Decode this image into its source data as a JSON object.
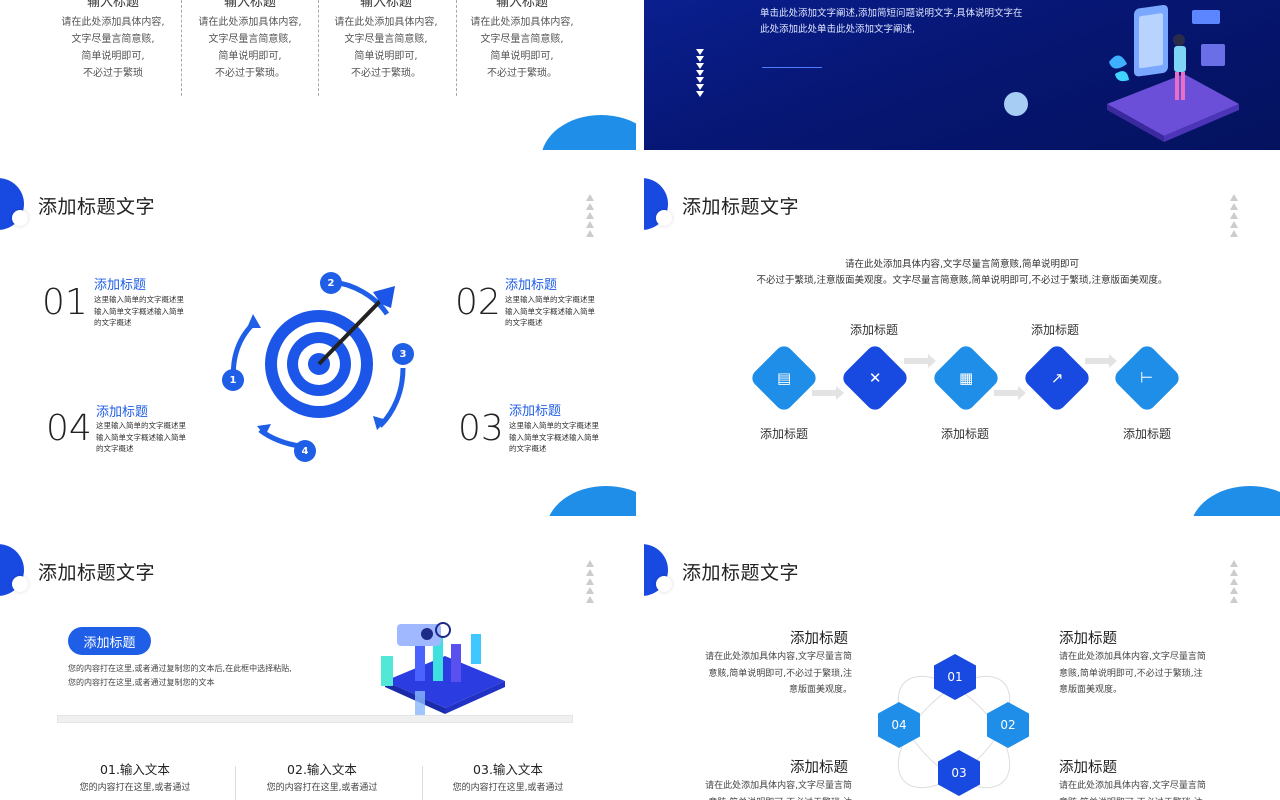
{
  "slide1": {
    "columns": [
      {
        "title": "输入标题",
        "lines": [
          "请在此处添加具体内容,",
          "文字尽量言简意赅,",
          "简单说明即可,",
          "不必过于繁琐"
        ]
      },
      {
        "title": "输入标题",
        "lines": [
          "请在此处添加具体内容,",
          "文字尽量言简意赅,",
          "简单说明即可,",
          "不必过于繁琐。"
        ]
      },
      {
        "title": "输入标题",
        "lines": [
          "请在此处添加具体内容,",
          "文字尽量言简意赅,",
          "简单说明即可,",
          "不必过于繁琐。"
        ]
      },
      {
        "title": "输入标题",
        "lines": [
          "请在此处添加具体内容,",
          "文字尽量言简意赅,",
          "简单说明即可,",
          "不必过于繁琐。"
        ]
      }
    ]
  },
  "slide2": {
    "text": "单击此处添加文字阐述,添加简短问题说明文字,具体说明文字在此处添加此处单击此处添加文字阐述,"
  },
  "slide3": {
    "title": "添加标题文字",
    "items": [
      {
        "num": "01",
        "title": "添加标题",
        "desc": "这里输入简单的文字概述里输入简单文字概述输入简单的文字概述"
      },
      {
        "num": "02",
        "title": "添加标题",
        "desc": "这里输入简单的文字概述里输入简单文字概述输入简单的文字概述"
      },
      {
        "num": "03",
        "title": "添加标题",
        "desc": "这里输入简单的文字概述里输入简单文字概述输入简单的文字概述"
      },
      {
        "num": "04",
        "title": "添加标题",
        "desc": "这里输入简单的文字概述里输入简单文字概述输入简单的文字概述"
      }
    ],
    "badges": [
      "1",
      "2",
      "3",
      "4"
    ]
  },
  "slide4": {
    "title": "添加标题文字",
    "intro1": "请在此处添加具体内容,文字尽量言简意赅,简单说明即可",
    "intro2": "不必过于繁琐,注意版面美观度。文字尽量言简意赅,简单说明即可,不必过于繁琐,注意版面美观度。",
    "top_labels": [
      "添加标题",
      "添加标题"
    ],
    "bottom_labels": [
      "添加标题",
      "添加标题",
      "添加标题"
    ],
    "colors": {
      "light": "#1f8ee8",
      "dark": "#1849e0"
    }
  },
  "slide5": {
    "title": "添加标题文字",
    "pill": "添加标题",
    "para1": "您的内容打在这里,或者通过复制您的文本后,在此框中选择粘贴,",
    "para2": "您的内容打在这里,或者通过复制您的文本",
    "cols": [
      {
        "title": "01.输入文本",
        "desc": "您的内容打在这里,或者通过"
      },
      {
        "title": "02.输入文本",
        "desc": "您的内容打在这里,或者通过"
      },
      {
        "title": "03.输入文本",
        "desc": "您的内容打在这里,或者通过"
      }
    ]
  },
  "slide6": {
    "title": "添加标题文字",
    "blocks": [
      {
        "title": "添加标题",
        "text": "请在此处添加具体内容,文字尽量言简意赅,简单说明即可,不必过于繁琐,注意版面美观度。"
      },
      {
        "title": "添加标题",
        "text": "请在此处添加具体内容,文字尽量言简意赅,简单说明即可,不必过于繁琐,注意版面美观度。"
      },
      {
        "title": "添加标题",
        "text": "请在此处添加具体内容,文字尽量言简意赅,简单说明即可,不必过于繁琐,注意版面美观度。"
      },
      {
        "title": "添加标题",
        "text": "请在此处添加具体内容,文字尽量言简意赅,简单说明即可,不必过于繁琐,注意版面美观度。"
      }
    ],
    "hexes": [
      "01",
      "02",
      "03",
      "04"
    ]
  }
}
